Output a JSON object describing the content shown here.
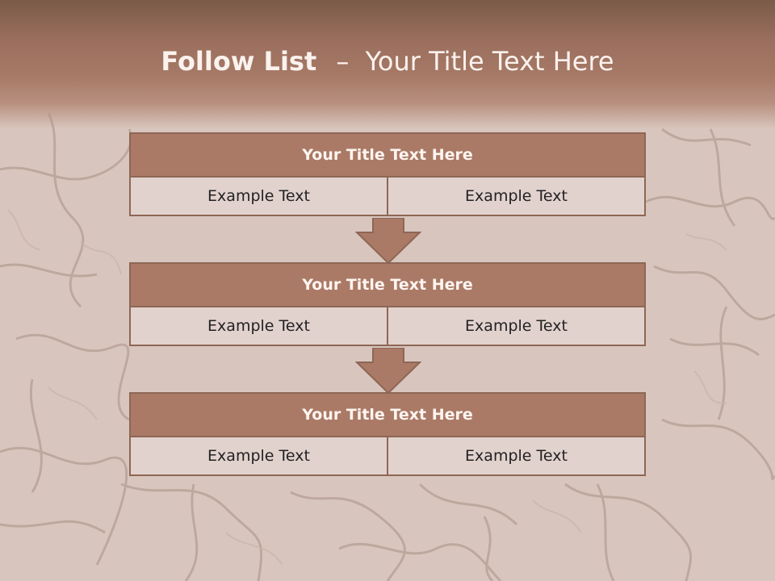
{
  "slide": {
    "title_bold": "Follow List",
    "title_dash": "–",
    "title_rest": "Your Title Text Here"
  },
  "blocks": [
    {
      "title": "Your Title Text Here",
      "cells": [
        "Example Text",
        "Example Text"
      ]
    },
    {
      "title": "Your Title Text Here",
      "cells": [
        "Example Text",
        "Example Text"
      ]
    },
    {
      "title": "Your Title Text Here",
      "cells": [
        "Example Text",
        "Example Text"
      ]
    }
  ],
  "colors": {
    "header": "#9a6e5d",
    "block_title_fill": "#aa7a67",
    "cell_fill": "#e2d2cd",
    "border": "#8e6655",
    "background": "#d9c7bf"
  }
}
